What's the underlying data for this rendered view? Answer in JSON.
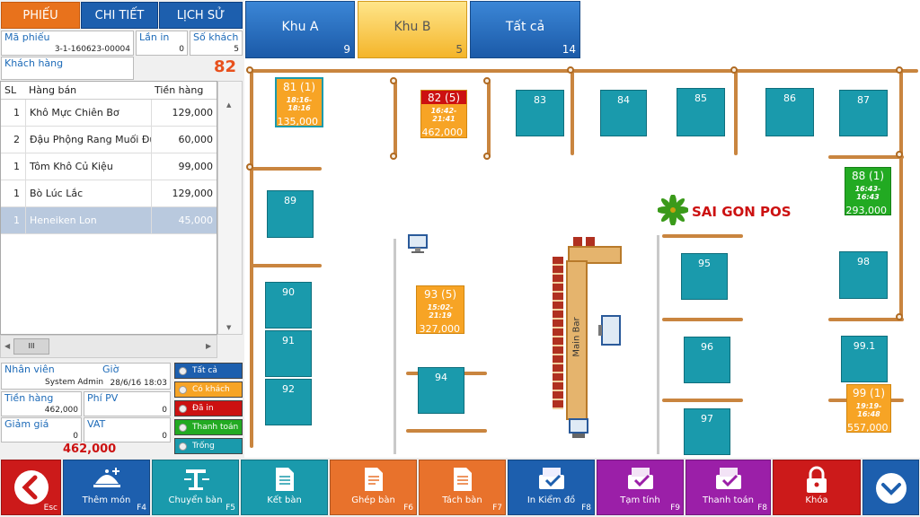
{
  "tabs": [
    {
      "label": "PHIẾU",
      "active": true
    },
    {
      "label": "CHI TIẾT",
      "active": false
    },
    {
      "label": "LỊCH SỬ",
      "active": false
    }
  ],
  "ticket": {
    "ma_phieu_label": "Mã phiếu",
    "ma_phieu": "3-1-160623-00004",
    "lan_in_label": "Lần in",
    "lan_in": "0",
    "so_khach_label": "Số khách",
    "so_khach": "5",
    "khach_hang_label": "Khách hàng",
    "khach_hang": "",
    "table_no": "82"
  },
  "order": {
    "headers": [
      "SL",
      "Hàng bán",
      "Tiền hàng"
    ],
    "rows": [
      {
        "qty": "1",
        "name": "Khô Mực Chiên Bơ",
        "price": "129,000"
      },
      {
        "qty": "2",
        "name": "Đậu Phộng Rang Muối Đư...",
        "price": "60,000"
      },
      {
        "qty": "1",
        "name": "Tôm Khô Củ Kiệu",
        "price": "99,000"
      },
      {
        "qty": "1",
        "name": "Bò Lúc Lắc",
        "price": "129,000"
      },
      {
        "qty": "1",
        "name": "Heneiken Lon",
        "price": "45,000"
      }
    ]
  },
  "summary": {
    "nhan_vien_label": "Nhân viên",
    "nhan_vien": "System Admin",
    "gio_label": "Giờ",
    "gio": "28/6/16 18:03",
    "tien_hang_label": "Tiền hàng",
    "tien_hang": "462,000",
    "phi_pv_label": "Phí PV",
    "phi_pv": "0",
    "giam_gia_label": "Giảm giá",
    "giam_gia": "0",
    "vat_label": "VAT",
    "vat": "0",
    "total": "462,000"
  },
  "filters": [
    {
      "label": "Tất cả",
      "color": "#1d5fae"
    },
    {
      "label": "Có khách",
      "color": "#f7a425"
    },
    {
      "label": "Đã in",
      "color": "#cc1111"
    },
    {
      "label": "Thanh toán",
      "color": "#22aa22"
    },
    {
      "label": "Trống",
      "color": "#1a9aac"
    }
  ],
  "areas": [
    {
      "name": "Khu A",
      "count": "9",
      "active": false
    },
    {
      "name": "Khu B",
      "count": "5",
      "active": true
    },
    {
      "name": "Tất cả",
      "count": "14",
      "active": false
    }
  ],
  "busy_tables": {
    "t81": {
      "no": "81 (1)",
      "time": "18:16-18:16",
      "amount": "135,000"
    },
    "t82": {
      "no": "82 (5)",
      "time": "16:42-21:41",
      "amount": "462,000"
    },
    "t88": {
      "no": "88 (1)",
      "time": "16:43-16:43",
      "amount": "293,000"
    },
    "t93": {
      "no": "93 (5)",
      "time": "15:02-21:19",
      "amount": "327,000"
    },
    "t99": {
      "no": "99 (1)",
      "time": "19:19-16:48",
      "amount": "557,000"
    }
  },
  "tables": {
    "t83": "83",
    "t84": "84",
    "t85": "85",
    "t86": "86",
    "t87": "87",
    "t89": "89",
    "t90": "90",
    "t91": "91",
    "t92": "92",
    "t94": "94",
    "t95": "95",
    "t96": "96",
    "t97": "97",
    "t98": "98",
    "t991": "99.1"
  },
  "brand": "SAI GON POS",
  "main_bar": "Main Bar",
  "buttons": [
    {
      "label": "",
      "key": "Esc",
      "color": "#cc1a1a"
    },
    {
      "label": "Thêm món",
      "key": "F4",
      "color": "#1d5fae"
    },
    {
      "label": "Chuyển bàn",
      "key": "F5",
      "color": "#1a9aac"
    },
    {
      "label": "Kết bàn",
      "key": "",
      "color": "#1a9aac"
    },
    {
      "label": "Ghép bàn",
      "key": "F6",
      "color": "#e8722c"
    },
    {
      "label": "Tách bàn",
      "key": "F7",
      "color": "#e8722c"
    },
    {
      "label": "In Kiểm đồ",
      "key": "F8",
      "color": "#1d5fae"
    },
    {
      "label": "Tạm tính",
      "key": "F9",
      "color": "#9b1fa8"
    },
    {
      "label": "Thanh toán",
      "key": "F8",
      "color": "#9b1fa8"
    },
    {
      "label": "Khóa",
      "key": "",
      "color": "#cc1a1a"
    },
    {
      "label": "",
      "key": "",
      "color": "#1d5fae"
    }
  ]
}
